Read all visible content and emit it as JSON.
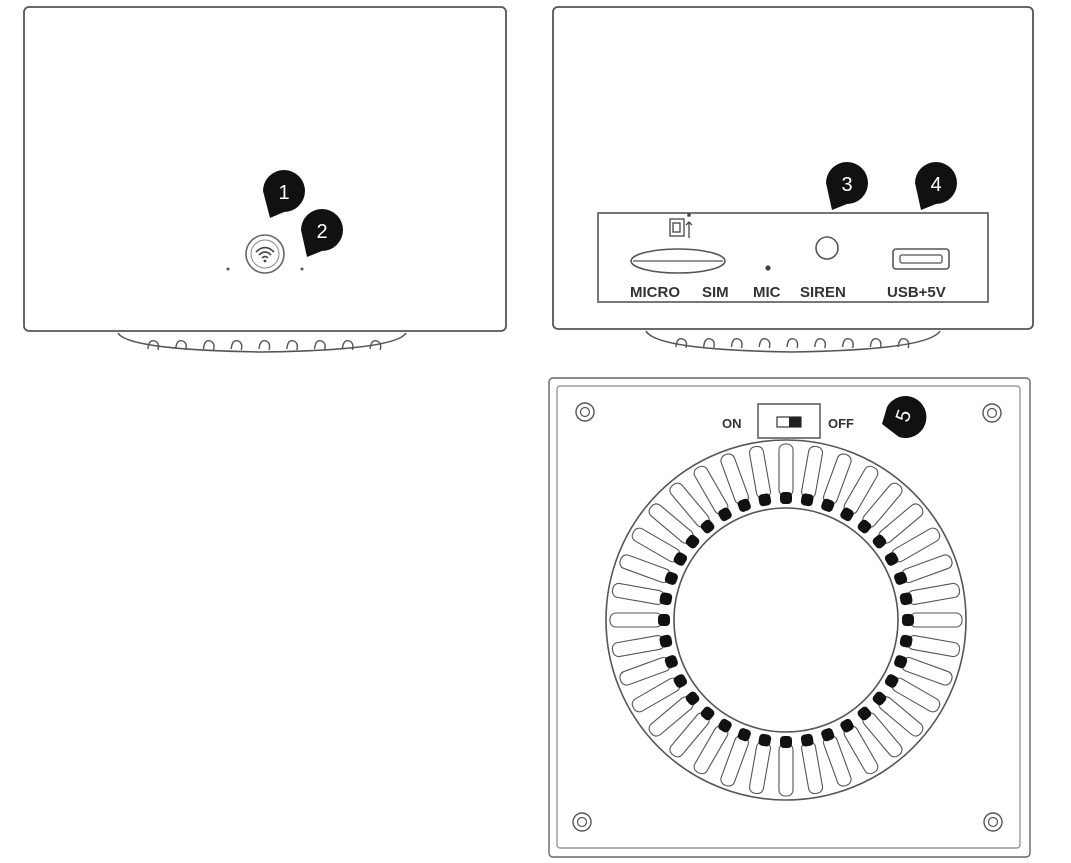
{
  "colors": {
    "stroke": "#555555",
    "marker_fill": "#111111",
    "marker_text": "#ffffff",
    "background": "#ffffff"
  },
  "markers": [
    "1",
    "2",
    "3",
    "4",
    "5"
  ],
  "front_panel": {
    "center_icon": "wifi-icon"
  },
  "side_panel": {
    "port_labels": {
      "micro": "MICRO",
      "sim": "SIM",
      "mic": "MIC",
      "siren": "SIREN",
      "usb": "USB+5V"
    },
    "sim_icon": "sim-card-icon"
  },
  "bottom_panel": {
    "switch_on": "ON",
    "switch_off": "OFF",
    "vent_slot_count": 36
  }
}
